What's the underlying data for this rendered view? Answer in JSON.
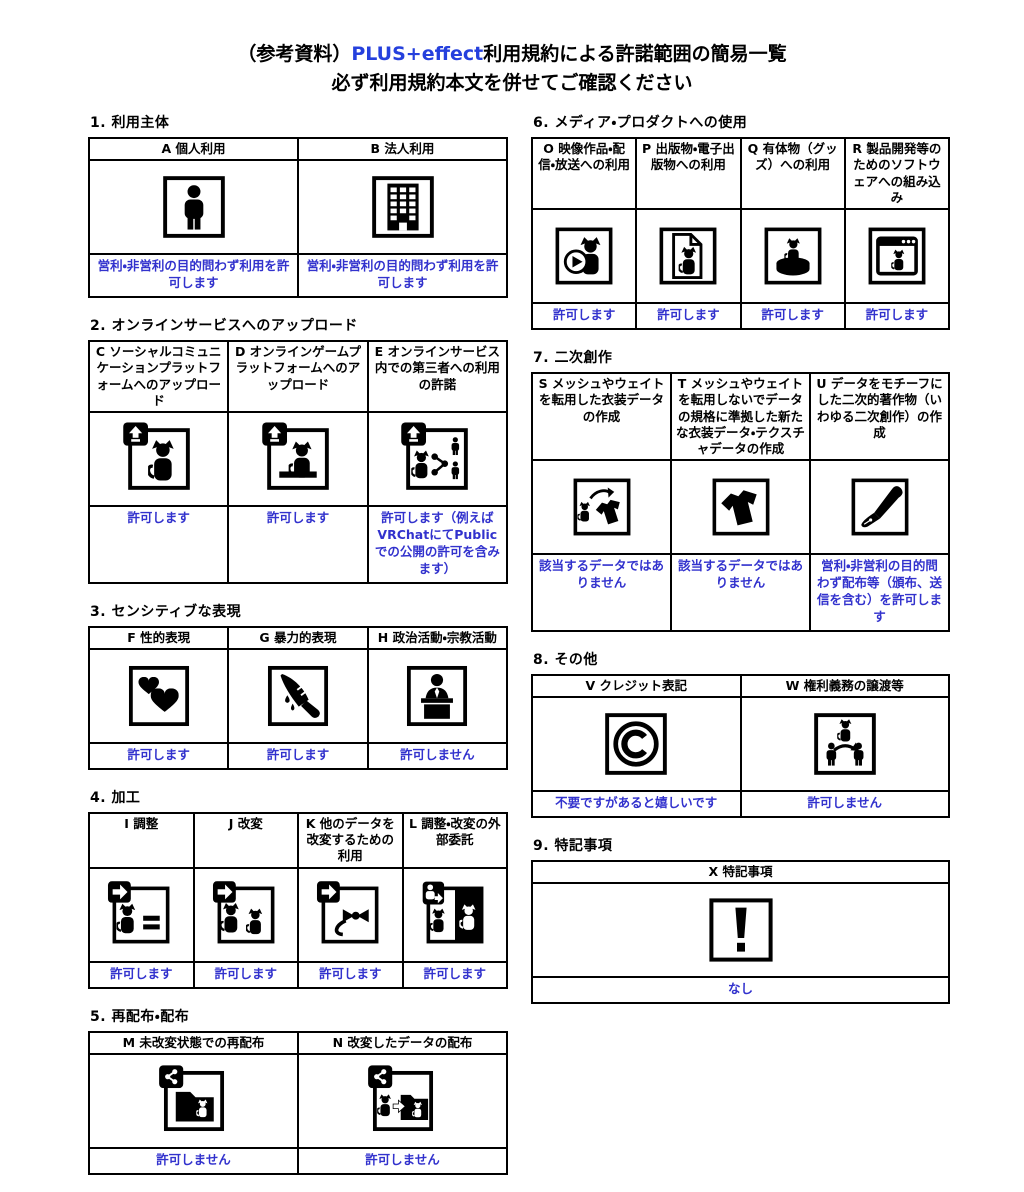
{
  "title": {
    "prefix": "（参考資料）",
    "brand": "PLUS+effect",
    "suffix": "利用規約による許諾範囲の簡易一覧",
    "line2": "必ず利用規約本文を併せてご確認ください"
  },
  "colors": {
    "brand_blue": "#2540dd",
    "result_text_blue": "#3232cd",
    "table_border": "#000000",
    "background": "#ffffff"
  },
  "icons": {
    "A": "person-icon",
    "B": "building-icon",
    "C": "cat-upload-icon",
    "D": "cat-game-upload-icon",
    "E": "cat-share-users-icon",
    "F": "hearts-icon",
    "G": "knife-icon",
    "H": "podium-speaker-icon",
    "I": "adjust-equal-icon",
    "J": "modify-cats-icon",
    "K": "modify-other-data-icon",
    "L": "outsource-icon",
    "M": "share-folder-icon",
    "N": "share-modified-folder-icon",
    "O": "video-cat-icon",
    "P": "publication-cat-icon",
    "Q": "goods-figure-icon",
    "R": "software-window-icon",
    "S": "mesh-reuse-icon",
    "T": "costume-shirt-icon",
    "U": "pen-icon",
    "V": "copyright-icon",
    "W": "rights-transfer-icon",
    "X": "exclamation-icon"
  },
  "sections": [
    {
      "number": "1.",
      "title": "利用主体",
      "cells": [
        {
          "id": "A",
          "header": "A 個人利用",
          "icon": "person-icon",
          "result": "営利・非営利の目的問わず利用を許可します"
        },
        {
          "id": "B",
          "header": "B 法人利用",
          "icon": "building-icon",
          "result": "営利・非営利の目的問わず利用を許可します"
        }
      ]
    },
    {
      "number": "2.",
      "title": "オンラインサービスへのアップロード",
      "cells": [
        {
          "id": "C",
          "header": "C ソーシャルコミュニケーションプラットフォームへのアップロード",
          "icon": "cat-upload-icon",
          "result": "許可します"
        },
        {
          "id": "D",
          "header": "D オンラインゲームプラットフォームへのアップロード",
          "icon": "cat-game-upload-icon",
          "result": "許可します"
        },
        {
          "id": "E",
          "header": "E オンラインサービス内での第三者への利用の許諾",
          "icon": "cat-share-users-icon",
          "result": "許可します（例えばVRChatにてPublicでの公開の許可を含みます）"
        }
      ]
    },
    {
      "number": "3.",
      "title": "センシティブな表現",
      "cells": [
        {
          "id": "F",
          "header": "F 性的表現",
          "icon": "hearts-icon",
          "result": "許可します"
        },
        {
          "id": "G",
          "header": "G 暴力的表現",
          "icon": "knife-icon",
          "result": "許可します"
        },
        {
          "id": "H",
          "header": "H 政治活動・宗教活動",
          "icon": "podium-speaker-icon",
          "result": "許可しません"
        }
      ]
    },
    {
      "number": "4.",
      "title": "加工",
      "cells": [
        {
          "id": "I",
          "header": "I 調整",
          "icon": "adjust-equal-icon",
          "result": "許可します"
        },
        {
          "id": "J",
          "header": "J 改変",
          "icon": "modify-cats-icon",
          "result": "許可します"
        },
        {
          "id": "K",
          "header": "K 他のデータを改変するための利用",
          "icon": "modify-other-data-icon",
          "result": "許可します"
        },
        {
          "id": "L",
          "header": "L 調整・改変の外部委託",
          "icon": "outsource-icon",
          "result": "許可します"
        }
      ]
    },
    {
      "number": "5.",
      "title": "再配布・配布",
      "cells": [
        {
          "id": "M",
          "header": "M 未改変状態での再配布",
          "icon": "share-folder-icon",
          "result": "許可しません"
        },
        {
          "id": "N",
          "header": "N 改変したデータの配布",
          "icon": "share-modified-folder-icon",
          "result": "許可しません"
        }
      ]
    },
    {
      "number": "6.",
      "title": "メディア・プロダクトへの使用",
      "cells": [
        {
          "id": "O",
          "header": "O 映像作品・配信・放送への利用",
          "icon": "video-cat-icon",
          "result": "許可します"
        },
        {
          "id": "P",
          "header": "P 出版物・電子出版物への利用",
          "icon": "publication-cat-icon",
          "result": "許可します"
        },
        {
          "id": "Q",
          "header": "Q 有体物（グッズ）への利用",
          "icon": "goods-figure-icon",
          "result": "許可します"
        },
        {
          "id": "R",
          "header": "R 製品開発等のためのソフトウェアへの組み込み",
          "icon": "software-window-icon",
          "result": "許可します"
        }
      ]
    },
    {
      "number": "7.",
      "title": "二次創作",
      "cells": [
        {
          "id": "S",
          "header": "S メッシュやウェイトを転用した衣装データの作成",
          "icon": "mesh-reuse-icon",
          "result": "該当するデータではありません"
        },
        {
          "id": "T",
          "header": "T メッシュやウェイトを転用しないでデータの規格に準拠した新たな衣装データ・テクスチャデータの作成",
          "icon": "costume-shirt-icon",
          "result": "該当するデータではありません"
        },
        {
          "id": "U",
          "header": "U データをモチーフにした二次的著作物（いわゆる二次創作）の作成",
          "icon": "pen-icon",
          "result": "営利・非営利の目的問わず配布等（頒布、送信を含む）を許可します"
        }
      ]
    },
    {
      "number": "8.",
      "title": "その他",
      "cells": [
        {
          "id": "V",
          "header": "V クレジット表記",
          "icon": "copyright-icon",
          "result": "不要ですがあると嬉しいです"
        },
        {
          "id": "W",
          "header": "W 権利義務の譲渡等",
          "icon": "rights-transfer-icon",
          "result": "許可しません"
        }
      ]
    },
    {
      "number": "9.",
      "title": "特記事項",
      "cells": [
        {
          "id": "X",
          "header": "X 特記事項",
          "icon": "exclamation-icon",
          "result": "なし"
        }
      ]
    }
  ]
}
